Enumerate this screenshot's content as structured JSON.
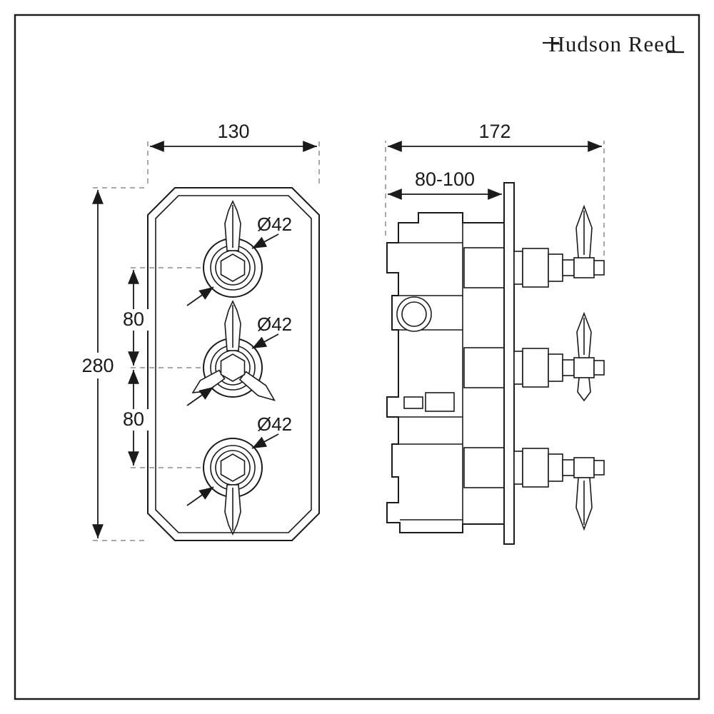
{
  "brand": {
    "logo_text": "Hudson Reed"
  },
  "front_view": {
    "width": "130",
    "height": "280",
    "spacing_upper": "80",
    "spacing_lower": "80",
    "knob_diameter_top": "Ø42",
    "knob_diameter_middle": "Ø42",
    "knob_diameter_bottom": "Ø42"
  },
  "side_view": {
    "width": "172",
    "recess_depth": "80-100"
  },
  "colors": {
    "line": "#1a1a1a",
    "extension": "#8c8c8c",
    "background": "#ffffff"
  }
}
